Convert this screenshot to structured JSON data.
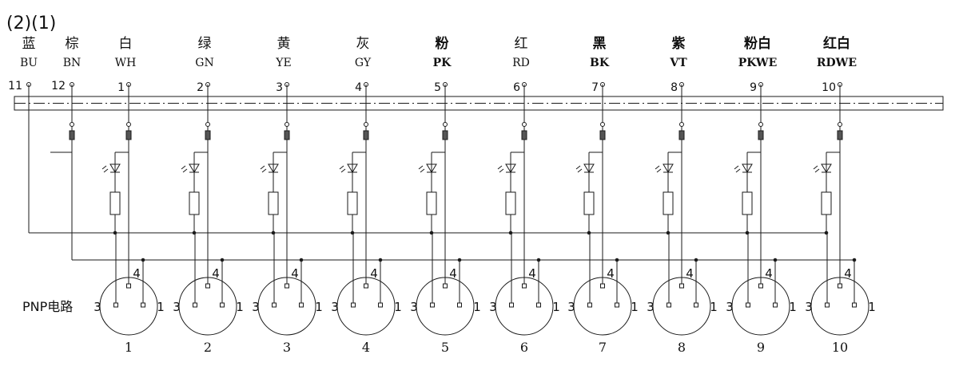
{
  "header": {
    "group_label": "(2)(1)"
  },
  "colors": {
    "line": "#1a1a1a",
    "text": "#111111",
    "background": "#ffffff"
  },
  "common_wires": [
    {
      "chinese": "蓝",
      "code": "BU",
      "number": "11"
    },
    {
      "chinese": "棕",
      "code": "BN",
      "number": "12"
    }
  ],
  "channels": [
    {
      "chinese": "白",
      "code": "WH",
      "number": "1",
      "connector": "1"
    },
    {
      "chinese": "绿",
      "code": "GN",
      "number": "2",
      "connector": "2"
    },
    {
      "chinese": "黄",
      "code": "YE",
      "number": "3",
      "connector": "3"
    },
    {
      "chinese": "灰",
      "code": "GY",
      "number": "4",
      "connector": "4"
    },
    {
      "chinese": "粉",
      "code": "PK",
      "number": "5",
      "connector": "5"
    },
    {
      "chinese": "红",
      "code": "RD",
      "number": "6",
      "connector": "6"
    },
    {
      "chinese": "黑",
      "code": "BK",
      "number": "7",
      "connector": "7"
    },
    {
      "chinese": "紫",
      "code": "VT",
      "number": "8",
      "connector": "8"
    },
    {
      "chinese": "粉白",
      "code": "PKWE",
      "number": "9",
      "connector": "9"
    },
    {
      "chinese": "红白",
      "code": "RDWE",
      "number": "10",
      "connector": "10"
    }
  ],
  "pin_labels": {
    "left": "3",
    "right": "1",
    "top": "4"
  },
  "circuit_label": "PNP电路"
}
